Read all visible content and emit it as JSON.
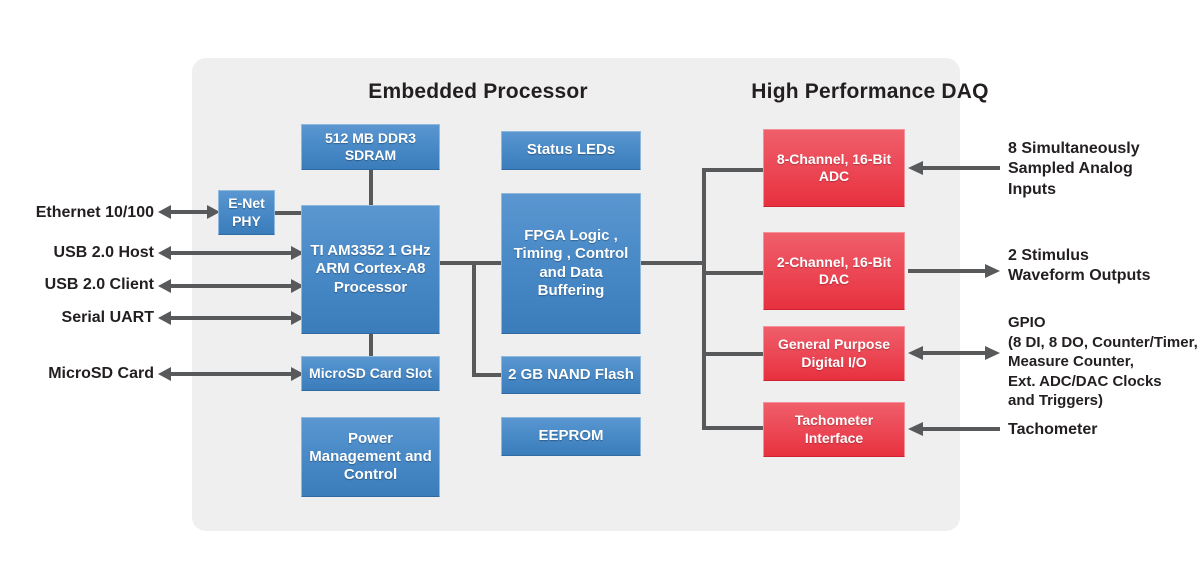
{
  "diagram": {
    "sections": {
      "embedded": "Embedded Processor",
      "daq": "High Performance DAQ"
    },
    "blocks": {
      "enet_phy": "E-Net\nPHY",
      "ddr3": "512 MB\nDDR3 SDRAM",
      "cpu": "TI AM3352\n1 GHz\nARM Cortex-A8\nProcessor",
      "sd_slot": "MicroSD Card Slot",
      "power": "Power\nManagement\nand Control",
      "status_leds": "Status LEDs",
      "fpga": "FPGA\n\nLogic , Timing ,\nControl and Data\nBuffering",
      "nand": "2 GB NAND Flash",
      "eeprom": "EEPROM",
      "adc": "8-Channel,\n16-Bit ADC",
      "dac": "2-Channel,\n16-Bit DAC",
      "gpio": "General Purpose\nDigital I/O",
      "tachometer": "Tachometer\nInterface"
    },
    "left_labels": {
      "ethernet": "Ethernet 10/100",
      "usb_host": "USB 2.0 Host",
      "usb_client": "USB 2.0 Client",
      "serial_uart": "Serial UART",
      "microsd_card": "MicroSD Card"
    },
    "right_labels": {
      "analog_inputs": "8 Simultaneously\nSampled Analog\n Inputs",
      "stimulus_outputs": "2 Stimulus\nWaveform Outputs",
      "gpio_detail": "GPIO\n(8 DI, 8 DO, Counter/Timer,\n Measure Counter,\n Ext. ADC/DAC Clocks\n and Triggers)",
      "tachometer": "Tachometer"
    },
    "colors": {
      "blue_block": "#4a8bc8",
      "red_block": "#ec4a58",
      "panel_background": "#efefef",
      "connector": "#58595b",
      "text_dark": "#231f20",
      "page_background": "#ffffff"
    }
  }
}
